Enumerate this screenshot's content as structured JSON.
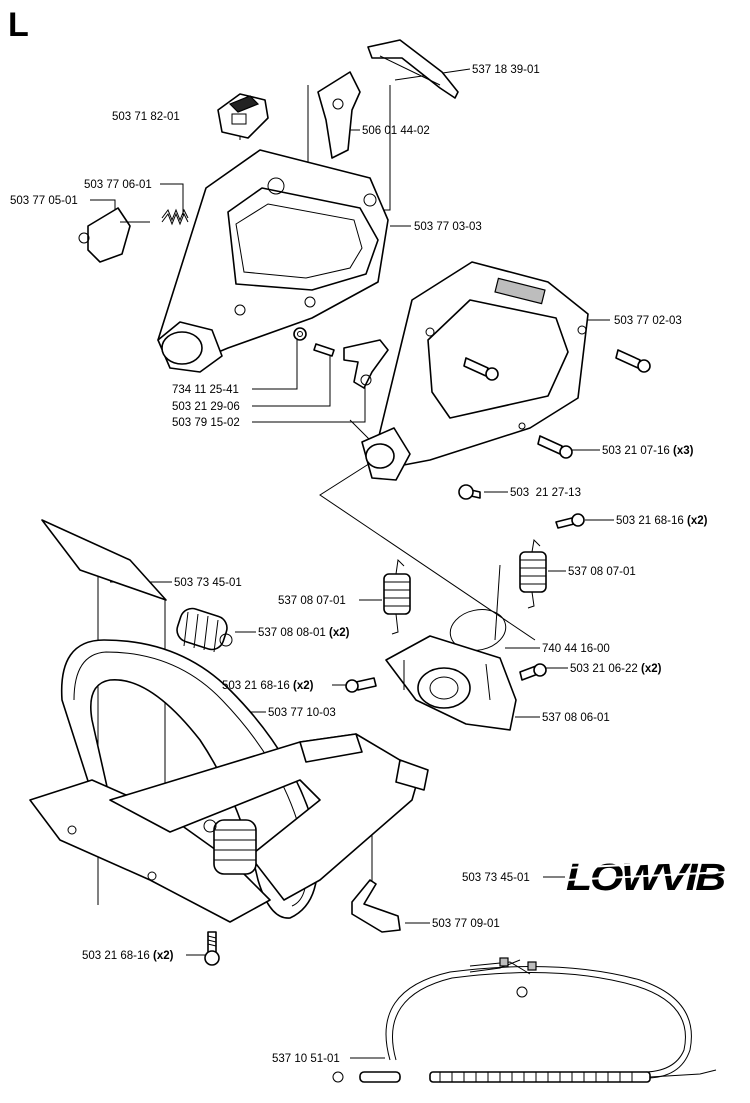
{
  "page_letter": "L",
  "parts": [
    {
      "id": "p1",
      "number": "537 18 39-01",
      "qty": ""
    },
    {
      "id": "p2",
      "number": "503 71 82-01",
      "qty": ""
    },
    {
      "id": "p3",
      "number": "506 01 44-02",
      "qty": ""
    },
    {
      "id": "p4",
      "number": "503 77 06-01",
      "qty": ""
    },
    {
      "id": "p5",
      "number": "503 77 05-01",
      "qty": ""
    },
    {
      "id": "p6",
      "number": "503 77 03-03",
      "qty": ""
    },
    {
      "id": "p7",
      "number": "503 77 02-03",
      "qty": ""
    },
    {
      "id": "p8",
      "number": "734 11 25-41",
      "qty": ""
    },
    {
      "id": "p9",
      "number": "503 21 29-06",
      "qty": ""
    },
    {
      "id": "p10",
      "number": "503 79 15-02",
      "qty": ""
    },
    {
      "id": "p11",
      "number": "503 21 07-16",
      "qty": "(x3)"
    },
    {
      "id": "p12",
      "number": "503  21 27-13",
      "qty": ""
    },
    {
      "id": "p13",
      "number": "503 21 68-16",
      "qty": "(x2)"
    },
    {
      "id": "p14",
      "number": "503 73 45-01",
      "qty": ""
    },
    {
      "id": "p15",
      "number": "537 08 07-01",
      "qty": ""
    },
    {
      "id": "p16",
      "number": "537 08 07-01",
      "qty": ""
    },
    {
      "id": "p17",
      "number": "537 08 08-01",
      "qty": "(x2)"
    },
    {
      "id": "p18",
      "number": "740 44 16-00",
      "qty": ""
    },
    {
      "id": "p19",
      "number": "503 21 68-16",
      "qty": "(x2)"
    },
    {
      "id": "p20",
      "number": "503 21 06-22",
      "qty": "(x2)"
    },
    {
      "id": "p21",
      "number": "503 77 10-03",
      "qty": ""
    },
    {
      "id": "p22",
      "number": "537 08 06-01",
      "qty": ""
    },
    {
      "id": "p23",
      "number": "503 73 45-01",
      "qty": ""
    },
    {
      "id": "p24",
      "number": "503 77 09-01",
      "qty": ""
    },
    {
      "id": "p25",
      "number": "503 21 68-16",
      "qty": "(x2)"
    },
    {
      "id": "p26",
      "number": "537 10 51-01",
      "qty": ""
    }
  ],
  "logo": {
    "text": "LOWVIB"
  }
}
